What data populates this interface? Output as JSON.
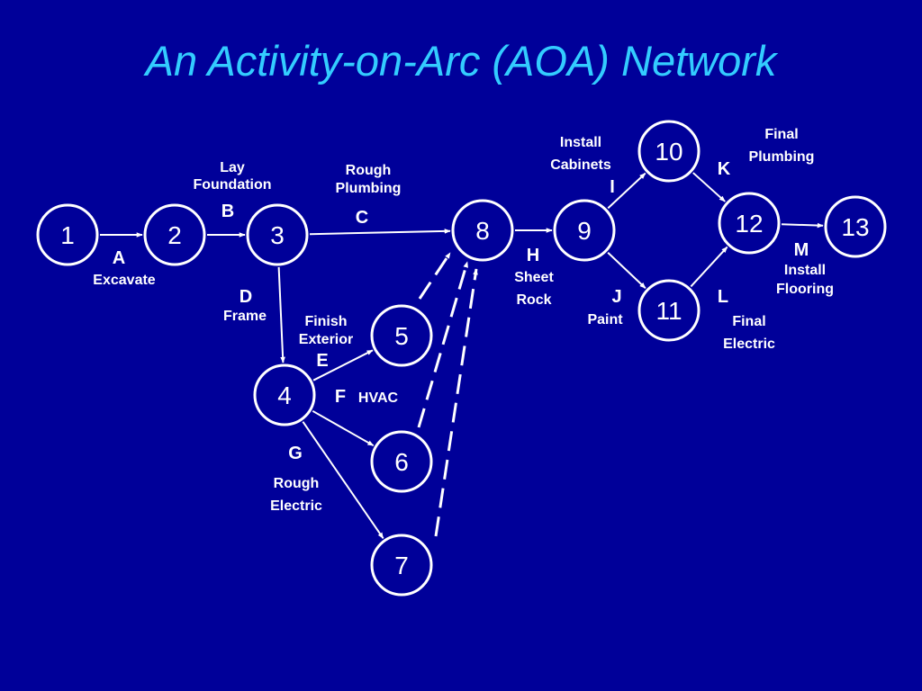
{
  "title": "An Activity-on-Arc (AOA) Network",
  "colors": {
    "background": "#000099",
    "title": "#33CCFF",
    "foreground": "#FFFFFF"
  },
  "nodes": [
    {
      "label": "1"
    },
    {
      "label": "2"
    },
    {
      "label": "3"
    },
    {
      "label": "4"
    },
    {
      "label": "5"
    },
    {
      "label": "6"
    },
    {
      "label": "7"
    },
    {
      "label": "8"
    },
    {
      "label": "9"
    },
    {
      "label": "10"
    },
    {
      "label": "11"
    },
    {
      "label": "12"
    },
    {
      "label": "13"
    }
  ],
  "activities": [
    {
      "letter": "A",
      "from": "1",
      "to": "2",
      "lines": [
        "Excavate"
      ]
    },
    {
      "letter": "B",
      "from": "2",
      "to": "3",
      "lines": [
        "Lay",
        "Foundation"
      ]
    },
    {
      "letter": "C",
      "from": "3",
      "to": "8",
      "lines": [
        "Rough",
        "Plumbing"
      ]
    },
    {
      "letter": "D",
      "from": "3",
      "to": "4",
      "lines": [
        "Frame"
      ]
    },
    {
      "letter": "E",
      "from": "4",
      "to": "5",
      "lines": [
        "Finish",
        "Exterior"
      ]
    },
    {
      "letter": "F",
      "from": "4",
      "to": "6",
      "lines": [
        "HVAC"
      ]
    },
    {
      "letter": "G",
      "from": "4",
      "to": "7",
      "lines": [
        "Rough",
        "Electric"
      ]
    },
    {
      "letter": "H",
      "from": "8",
      "to": "9",
      "lines": [
        "Sheet",
        "Rock"
      ]
    },
    {
      "letter": "I",
      "from": "9",
      "to": "10",
      "lines": [
        "Install",
        "Cabinets"
      ]
    },
    {
      "letter": "J",
      "from": "9",
      "to": "11",
      "lines": [
        "Paint"
      ]
    },
    {
      "letter": "K",
      "from": "10",
      "to": "12",
      "lines": [
        "Final",
        "Plumbing"
      ]
    },
    {
      "letter": "L",
      "from": "11",
      "to": "12",
      "lines": [
        "Final",
        "Electric"
      ]
    },
    {
      "letter": "M",
      "from": "12",
      "to": "13",
      "lines": [
        "Install",
        "Flooring"
      ]
    }
  ],
  "dummy_activities": [
    {
      "from": "5",
      "to": "8"
    },
    {
      "from": "6",
      "to": "8"
    },
    {
      "from": "7",
      "to": "8"
    }
  ]
}
